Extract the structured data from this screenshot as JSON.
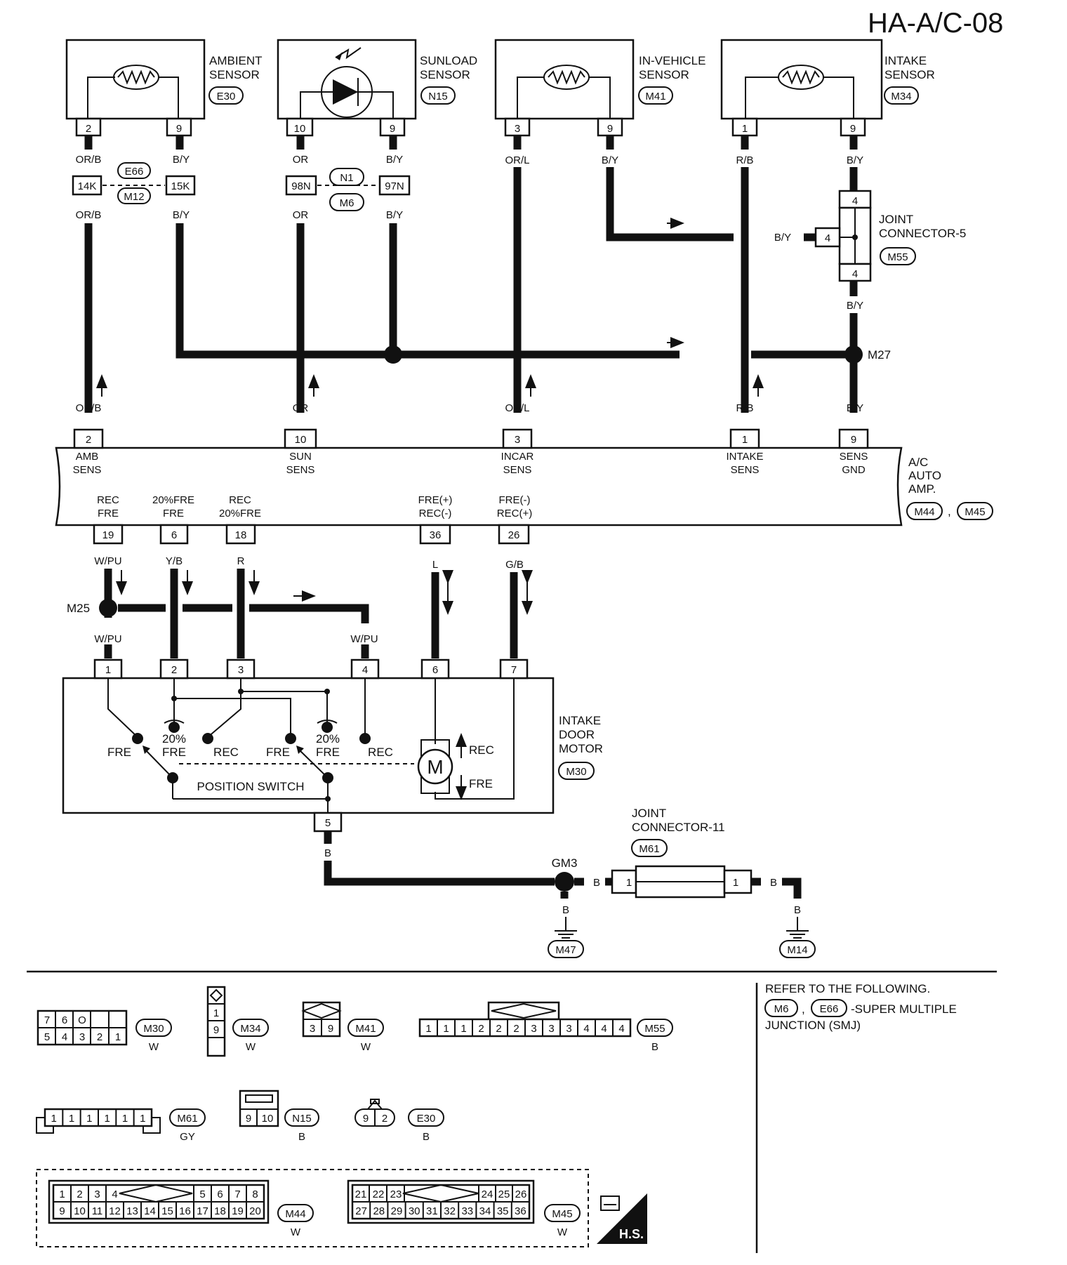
{
  "title": "HA-A/C-08",
  "sensors": [
    {
      "id": "ambient",
      "name_lines": [
        "AMBIENT",
        "SENSOR"
      ],
      "connector": "E30",
      "pins": [
        "2",
        "9"
      ]
    },
    {
      "id": "sunload",
      "name_lines": [
        "SUNLOAD",
        "SENSOR"
      ],
      "connector": "N15",
      "pins": [
        "10",
        "9"
      ]
    },
    {
      "id": "invehicle",
      "name_lines": [
        "IN-VEHICLE",
        "SENSOR"
      ],
      "connector": "M41",
      "pins": [
        "3",
        "9"
      ]
    },
    {
      "id": "intake",
      "name_lines": [
        "INTAKE",
        "SENSOR"
      ],
      "connector": "M34",
      "pins": [
        "1",
        "9"
      ]
    }
  ],
  "wire_colors": {
    "or_b": "OR/B",
    "b_y": "B/Y",
    "or": "OR",
    "or_l": "OR/L",
    "r_b": "R/B",
    "w_pu": "W/PU",
    "y_b": "Y/B",
    "r": "R",
    "l": "L",
    "g_b": "G/B",
    "b": "B"
  },
  "inline_connectors": {
    "ambient": {
      "left_pin": "14K",
      "right_pin": "15K",
      "top": "E66",
      "bottom": "M12"
    },
    "sunload": {
      "left_pin": "98N",
      "right_pin": "97N",
      "top": "N1",
      "bottom": "M6"
    }
  },
  "joint5": {
    "name_lines": [
      "JOINT",
      "CONNECTOR-5"
    ],
    "connector": "M55",
    "pins": [
      "4",
      "4",
      "4"
    ]
  },
  "splices": {
    "m27": "M27",
    "m25": "M25",
    "gm3": "GM3"
  },
  "amp": {
    "name_lines": [
      "A/C",
      "AUTO",
      "AMP."
    ],
    "connectors": [
      "M44",
      "M45"
    ],
    "sep": ",",
    "top_pins": [
      {
        "pin": "2",
        "lines": [
          "AMB",
          "SENS"
        ]
      },
      {
        "pin": "10",
        "lines": [
          "SUN",
          "SENS"
        ]
      },
      {
        "pin": "3",
        "lines": [
          "INCAR",
          "SENS"
        ]
      },
      {
        "pin": "1",
        "lines": [
          "INTAKE",
          "SENS"
        ]
      },
      {
        "pin": "9",
        "lines": [
          "SENS",
          "GND"
        ]
      }
    ],
    "bottom_pins": [
      {
        "pin": "19",
        "lines": [
          "REC",
          "FRE"
        ]
      },
      {
        "pin": "6",
        "lines": [
          "20%FRE",
          "FRE"
        ]
      },
      {
        "pin": "18",
        "lines": [
          "REC",
          "20%FRE"
        ]
      },
      {
        "pin": "36",
        "lines": [
          "FRE(+)",
          "REC(-)"
        ]
      },
      {
        "pin": "26",
        "lines": [
          "FRE(-)",
          "REC(+)"
        ]
      }
    ]
  },
  "motor": {
    "name_lines": [
      "INTAKE",
      "DOOR",
      "MOTOR"
    ],
    "connector": "M30",
    "pins": [
      "1",
      "2",
      "3",
      "4",
      "6",
      "7",
      "5"
    ],
    "switch_labels": [
      "FRE",
      "20%",
      "FRE",
      "REC",
      "FRE",
      "20%",
      "FRE",
      "REC"
    ],
    "position_switch": "POSITION SWITCH",
    "motor_symbol": "M",
    "rec": "REC",
    "fre": "FRE"
  },
  "joint11": {
    "name_lines": [
      "JOINT",
      "CONNECTOR-11"
    ],
    "connector": "M61",
    "pins": [
      "1",
      "1"
    ]
  },
  "grounds": [
    "M47",
    "M14"
  ],
  "refer": {
    "line1": "REFER TO THE FOLLOWING.",
    "c1": "M6",
    "sep": ",",
    "c2": "E66",
    "line2_tail": "-SUPER MULTIPLE",
    "line3": "JUNCTION (SMJ)"
  },
  "connector_views": {
    "m30": {
      "id": "M30",
      "color": "W",
      "row1": [
        "7",
        "6",
        "O",
        "",
        ""
      ],
      "row2": [
        "5",
        "4",
        "3",
        "2",
        "1"
      ]
    },
    "m34": {
      "id": "M34",
      "color": "W",
      "cells": [
        "1",
        "9"
      ]
    },
    "m41": {
      "id": "M41",
      "color": "W",
      "cells": [
        "3",
        "9"
      ]
    },
    "m55": {
      "id": "M55",
      "color": "B",
      "cells": [
        "1",
        "1",
        "1",
        "2",
        "2",
        "2",
        "3",
        "3",
        "3",
        "4",
        "4",
        "4"
      ]
    },
    "m61": {
      "id": "M61",
      "color": "GY",
      "cells": [
        "1",
        "1",
        "1",
        "1",
        "1",
        "1"
      ]
    },
    "n15": {
      "id": "N15",
      "color": "B",
      "cells": [
        "9",
        "10"
      ]
    },
    "e30": {
      "id": "E30",
      "color": "B",
      "cells": [
        "9",
        "2"
      ]
    },
    "m44": {
      "id": "M44",
      "color": "W",
      "row1": [
        "1",
        "2",
        "3",
        "4",
        "5",
        "6",
        "7",
        "8"
      ],
      "row2": [
        "9",
        "10",
        "11",
        "12",
        "13",
        "14",
        "15",
        "16",
        "17",
        "18",
        "19",
        "20"
      ]
    },
    "m45": {
      "id": "M45",
      "color": "W",
      "row1": [
        "21",
        "22",
        "23",
        "24",
        "25",
        "26"
      ],
      "row2": [
        "27",
        "28",
        "29",
        "30",
        "31",
        "32",
        "33",
        "34",
        "35",
        "36"
      ]
    }
  },
  "hs_label": "H.S."
}
